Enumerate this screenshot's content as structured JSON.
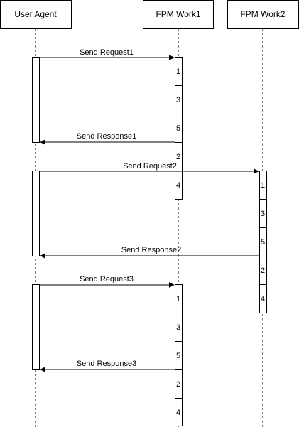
{
  "actors": {
    "user_agent": "User Agent",
    "fpm1": "FPM Work1",
    "fpm2": "FPM Work2"
  },
  "messages": {
    "req1": "Send Request1",
    "resp1": "Send Response1",
    "req2": "Send Request2",
    "resp2": "Send Response2",
    "req3": "Send Request3",
    "resp3": "Send Response3"
  },
  "slots": {
    "a": [
      "1",
      "3",
      "5",
      "2",
      "4"
    ],
    "b": [
      "1",
      "3",
      "5",
      "2",
      "4"
    ],
    "c": [
      "1",
      "3",
      "5",
      "2",
      "4"
    ]
  }
}
